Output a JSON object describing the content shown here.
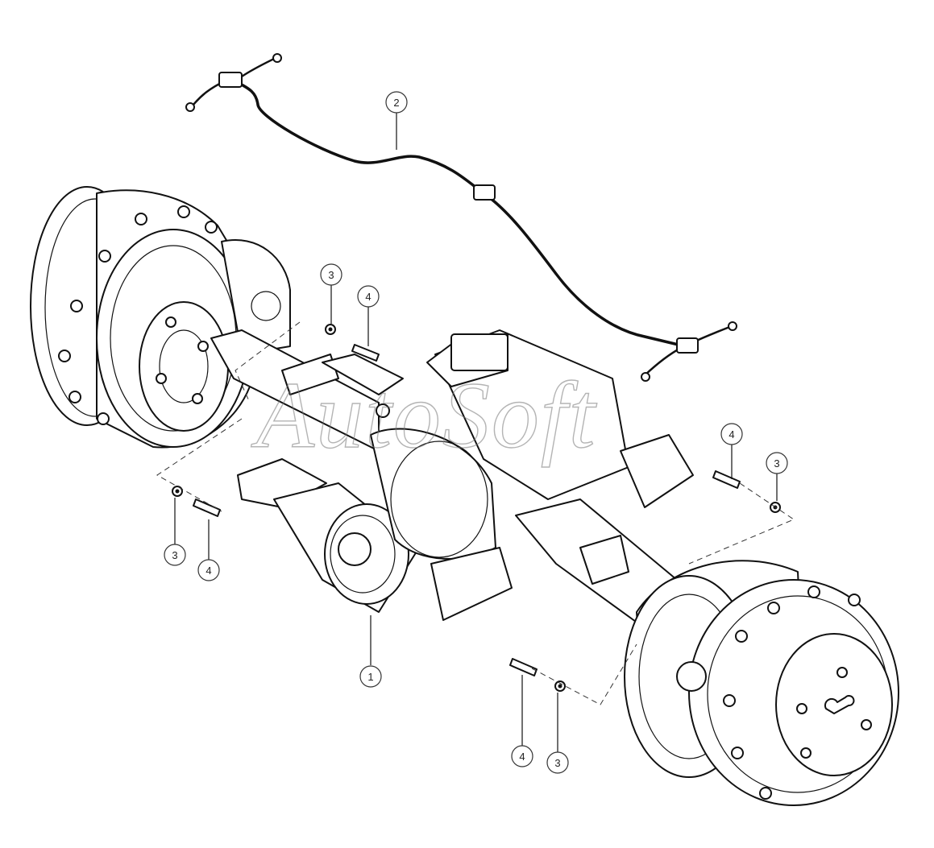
{
  "watermark": "AutoSoft",
  "callouts": [
    {
      "id": "c1",
      "label": "1"
    },
    {
      "id": "c2",
      "label": "2"
    },
    {
      "id": "c3a",
      "label": "3"
    },
    {
      "id": "c4a",
      "label": "4"
    },
    {
      "id": "c3b",
      "label": "3"
    },
    {
      "id": "c4b",
      "label": "4"
    },
    {
      "id": "c4c",
      "label": "4"
    },
    {
      "id": "c3c",
      "label": "3"
    },
    {
      "id": "c3d",
      "label": "3"
    },
    {
      "id": "c4d",
      "label": "4"
    }
  ],
  "colors": {
    "line": "#111111",
    "background": "#ffffff",
    "watermark": "#777777"
  }
}
